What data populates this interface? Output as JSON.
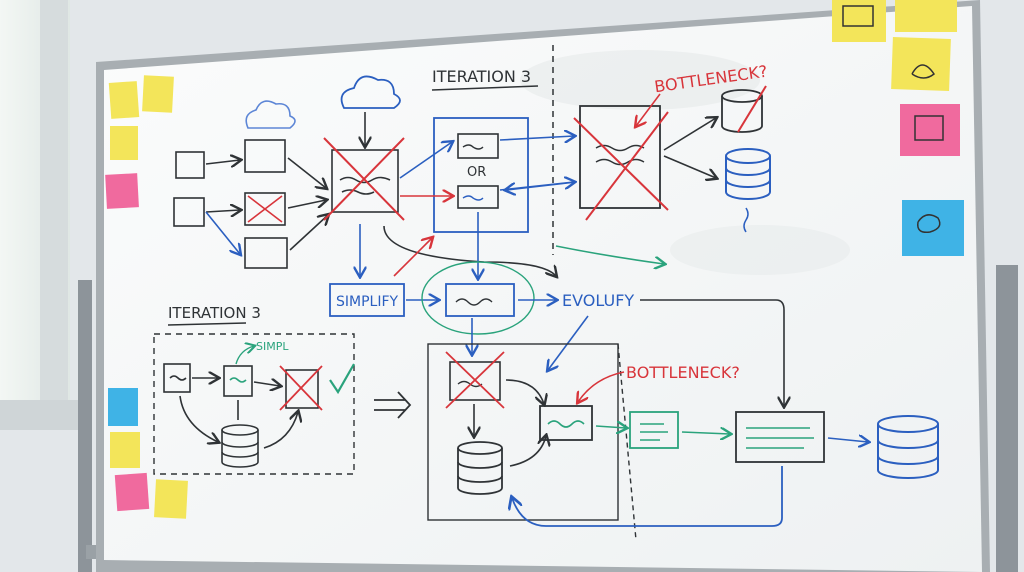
{
  "board": {
    "top_title": "ITERATION 3",
    "left_title": "ITERATION 3",
    "or_label": "OR",
    "simplify_label": "SIMPLIFY",
    "evolufy_label": "EVOLUFY",
    "simpl_label": "SIMPL",
    "bottleneck_top": "BOTTLENECK?",
    "bottleneck_mid": "BOTTLENECK?"
  },
  "colors": {
    "blue": "#2b5fc0",
    "red": "#d8353b",
    "green": "#2aa37c",
    "ink": "#2f3336",
    "sticky_yellow": "#f3e55a",
    "sticky_pink": "#f06a9e",
    "sticky_blue": "#3fb3e6"
  },
  "icons": {
    "check": "check-icon",
    "cloud": "cloud-icon",
    "database": "database-icon"
  }
}
